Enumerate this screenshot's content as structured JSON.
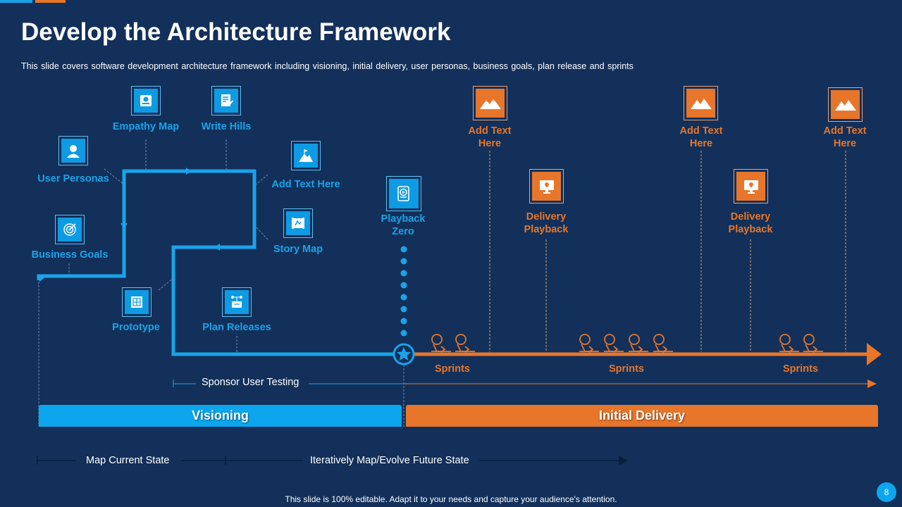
{
  "slide": {
    "title": "Develop the Architecture Framework",
    "subtitle": "This slide covers software development  architecture framework including visioning, initial delivery, user personas, business goals, plan release and sprints",
    "footer": "This slide is 100% editable. Adapt it to your needs and capture your audience's attention.",
    "page_number": "8"
  },
  "visioning_steps": {
    "empathy_map": "Empathy  Map",
    "write_hills": "Write Hills",
    "user_personas": "User Personas",
    "add_text": "Add  Text Here",
    "story_map": "Story Map",
    "business_goals": "Business Goals",
    "prototype": "Prototype",
    "plan_releases": "Plan Releases"
  },
  "milestone": {
    "line1": "Playback",
    "line2": "Zero"
  },
  "delivery_items": {
    "add_text_1": [
      "Add  Text",
      "Here"
    ],
    "add_text_2": [
      "Add  Text",
      "Here"
    ],
    "add_text_3": [
      "Add  Text",
      "Here"
    ],
    "delivery_playback_1": [
      "Delivery",
      "Playback"
    ],
    "delivery_playback_2": [
      "Delivery",
      "Playback"
    ]
  },
  "sprints": [
    "Sprints",
    "Sprints",
    "Sprints"
  ],
  "sponsor_testing": "Sponsor User Testing",
  "phases": {
    "visioning": "Visioning",
    "initial_delivery": "Initial Delivery"
  },
  "bottom_timeline": {
    "map_current_state": "Map Current State",
    "iterative": "Iteratively Map/Evolve Future State"
  },
  "colors": {
    "background": "#12305a",
    "accent_blue": "#1aa3e8",
    "accent_orange": "#e8762a"
  },
  "icons": {
    "empathy_map": "empathy-map-icon",
    "write_hills": "document-edit-icon",
    "user_personas": "user-icon",
    "add_text": "mountain-flag-icon",
    "story_map": "map-scroll-icon",
    "business_goals": "target-icon",
    "prototype": "blueprint-icon",
    "plan_releases": "plan-network-icon",
    "playback_zero": "playback-icon",
    "add_text_orange": "mountains-icon",
    "delivery_playback": "monitor-location-icon",
    "sprint": "sprint-cycle-icon",
    "milestone": "star-icon"
  }
}
